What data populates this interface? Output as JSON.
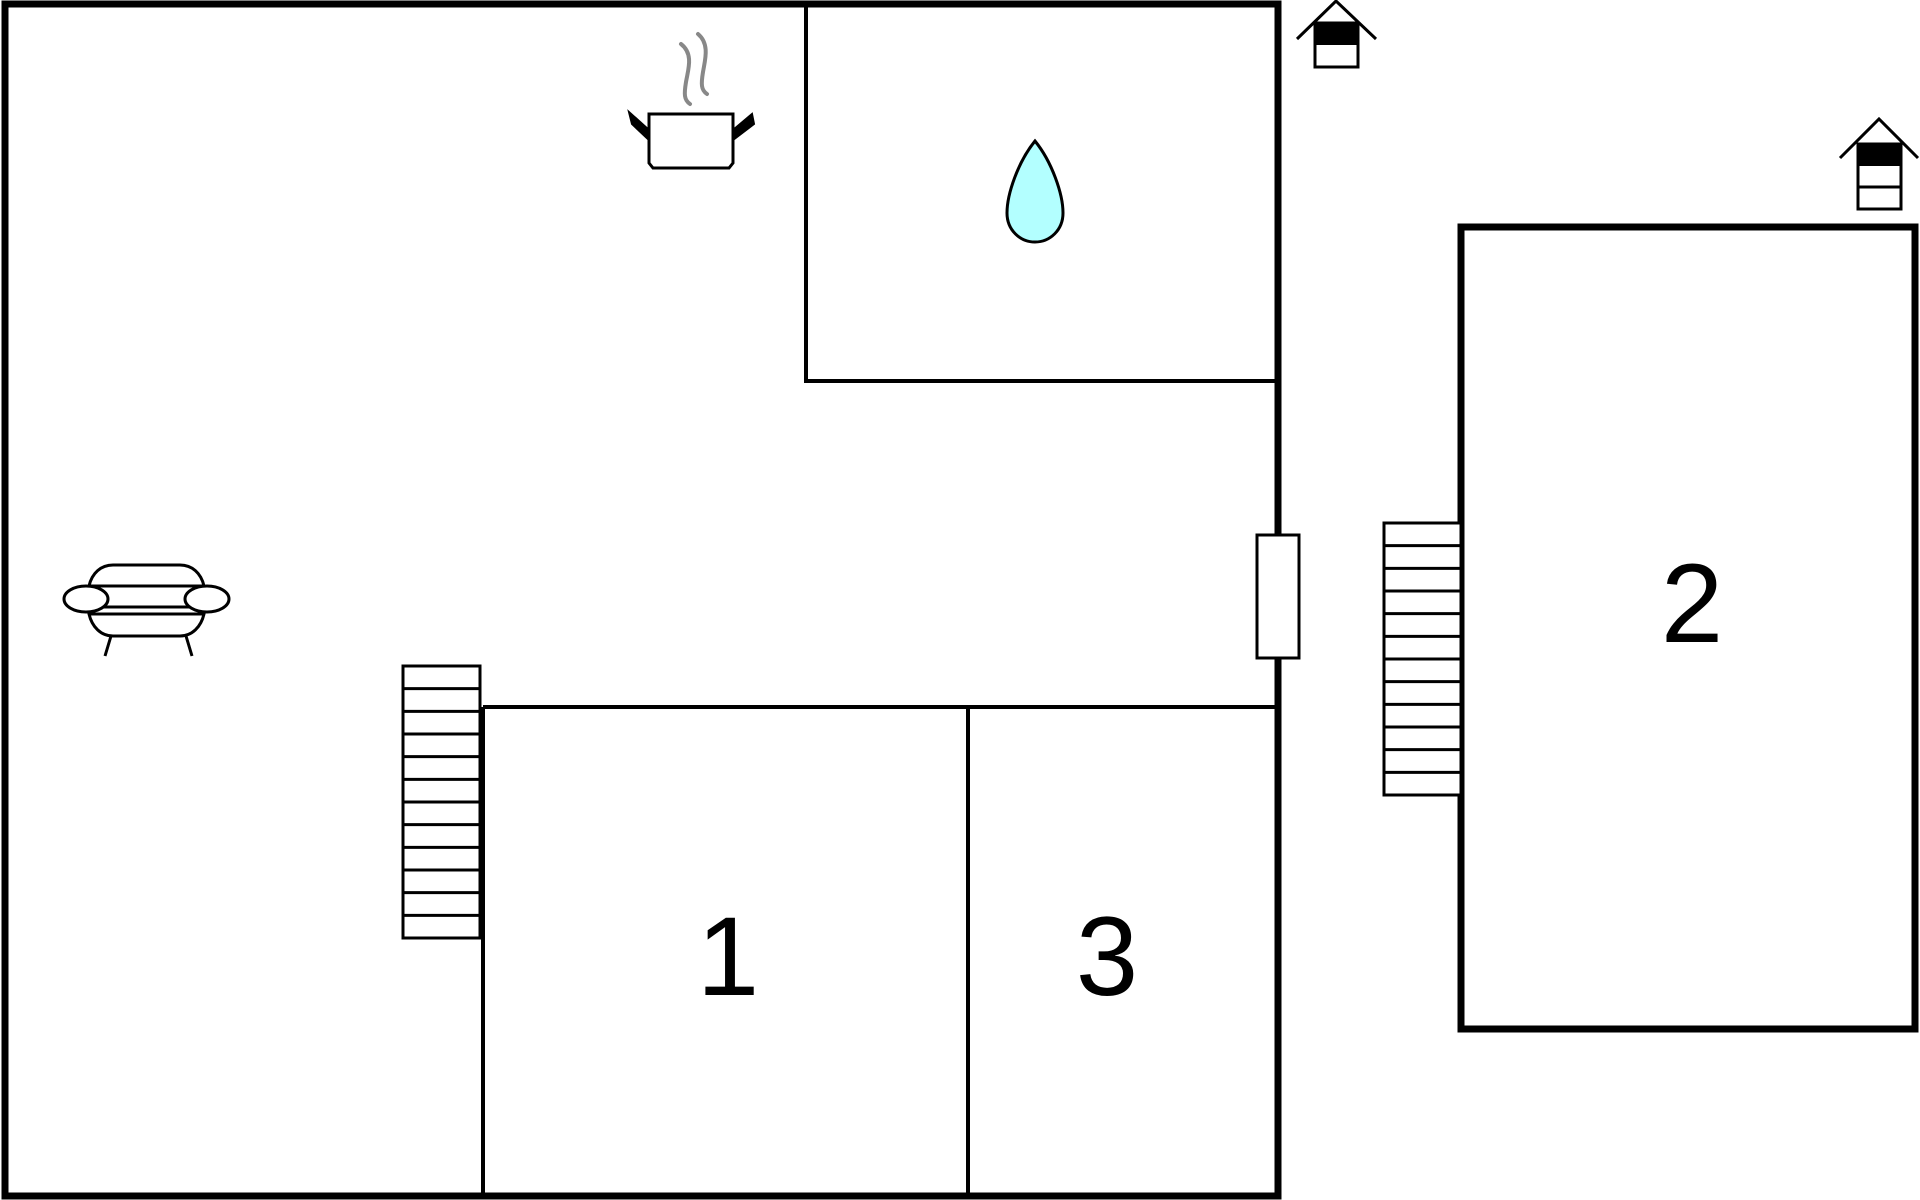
{
  "floorplan": {
    "rooms": [
      {
        "label": "1",
        "type": "bedroom"
      },
      {
        "label": "3",
        "type": "bedroom"
      },
      {
        "label": "2",
        "type": "bedroom"
      }
    ],
    "icons": [
      "cooking-pot-icon",
      "water-drop-icon",
      "sofa-icon",
      "staircase-icon",
      "chimney-icon",
      "door-icon"
    ],
    "colors": {
      "wall": "#000000",
      "water_drop": "#b3ffff",
      "steam": "#888888",
      "background": "#ffffff"
    }
  }
}
